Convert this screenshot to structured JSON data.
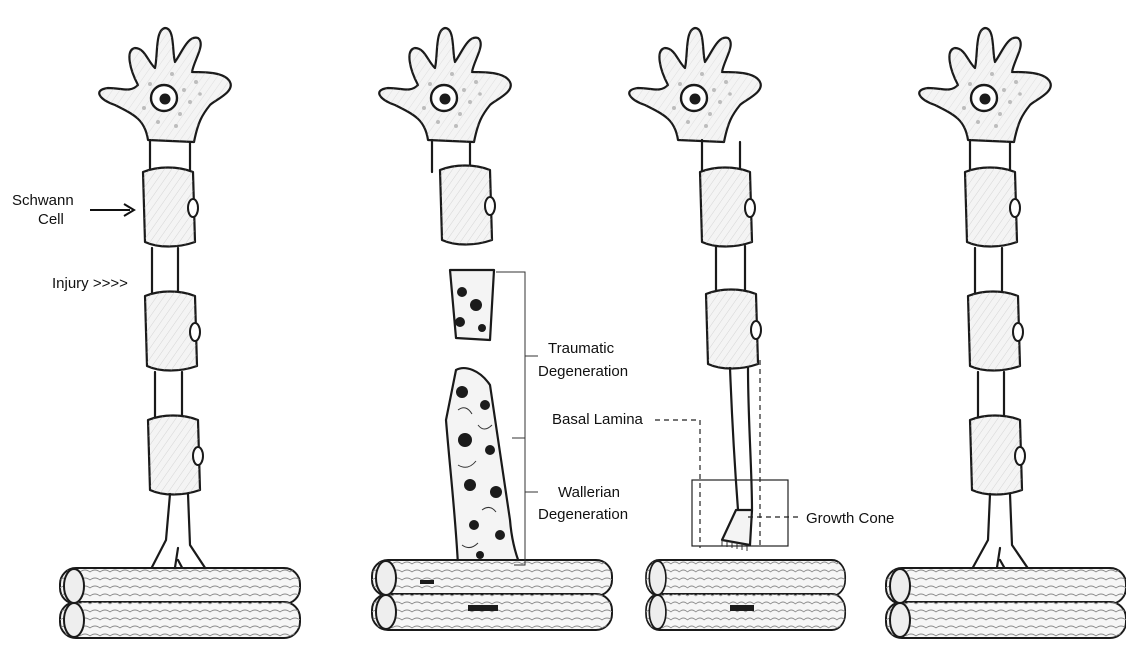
{
  "labels": {
    "schwann_line1": "Schwann",
    "schwann_line2": "Cell",
    "injury": "Injury >>>>",
    "traumatic_line1": "Traumatic",
    "traumatic_line2": "Degeneration",
    "basal_lamina": "Basal Lamina",
    "wallerian_line1": "Wallerian",
    "wallerian_line2": "Degeneration",
    "growth_cone": "Growth Cone"
  }
}
